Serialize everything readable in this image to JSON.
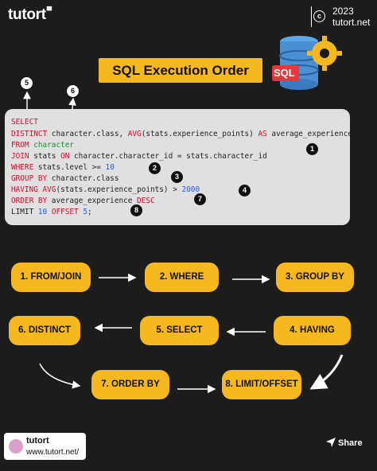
{
  "header": {
    "brand": "tutort",
    "copyright_symbol": "c",
    "year": "2023",
    "site": "tutort.net"
  },
  "title": "SQL Execution Order",
  "icon_badge": "SQL",
  "code": {
    "select": "SELECT",
    "distinct": "DISTINCT",
    "distinct_rest_a": " character.class, ",
    "avg": "AVG",
    "distinct_rest_b": "(stats.experience_points) ",
    "as": "AS",
    "distinct_rest_c": " average_experience",
    "from": "FROM",
    "from_table": " character",
    "join": "JOIN",
    "join_rest_a": " stats ",
    "on": "ON",
    "join_rest_b": " character.character_id = stats.character_id",
    "where": "WHERE",
    "where_rest": " stats.level >= ",
    "where_num": "10",
    "groupby": "GROUP BY",
    "groupby_rest": " character.class",
    "having": "HAVING",
    "having_rest_a": " ",
    "having_avg": "AVG",
    "having_rest_b": "(stats.experience_points) > ",
    "having_num": "2000",
    "orderby": "ORDER BY",
    "orderby_rest": " average_experience ",
    "desc": "DESC",
    "limit": "LIMIT",
    "limit_rest_a": " ",
    "limit_num": "10",
    "offset": " OFFSET ",
    "offset_num": "5",
    "limit_end": ";"
  },
  "markers": [
    "1",
    "2",
    "3",
    "4",
    "5",
    "6",
    "7",
    "8"
  ],
  "steps": [
    "1. FROM/JOIN",
    "2.  WHERE",
    "3. GROUP BY",
    "4. HAVING",
    "5. SELECT",
    "6. DISTINCT",
    "7.  ORDER BY",
    "8. LIMIT/OFFSET"
  ],
  "footer": {
    "brand": "tutort",
    "url": "www.tutort.net/",
    "share": "Share"
  },
  "colors": {
    "background": "#1c1c1c",
    "accent": "#f6b81f",
    "code_panel": "#e0e0e0",
    "keyword": "#c8102e"
  }
}
